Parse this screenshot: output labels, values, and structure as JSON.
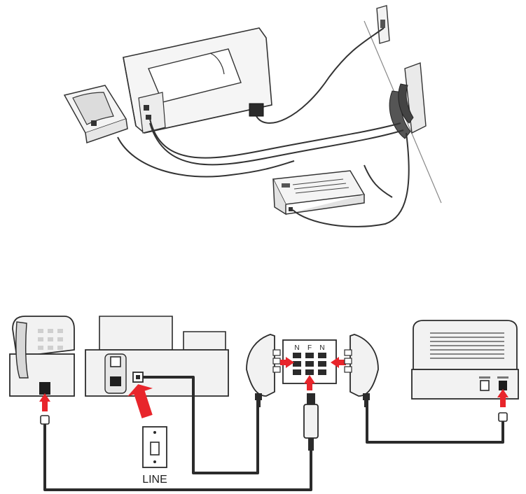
{
  "diagram": {
    "top_illustration": {
      "devices": [
        "printer",
        "telephone",
        "answering-machine",
        "wall-jack",
        "splitter"
      ]
    },
    "bottom_schematic": {
      "adapter_ports": [
        "N",
        "F",
        "N"
      ],
      "wall_jack_label": "LINE"
    }
  },
  "colors": {
    "line": "#2b2b2b",
    "device_fill": "#f2f2f2",
    "arrow": "#e8252b"
  }
}
